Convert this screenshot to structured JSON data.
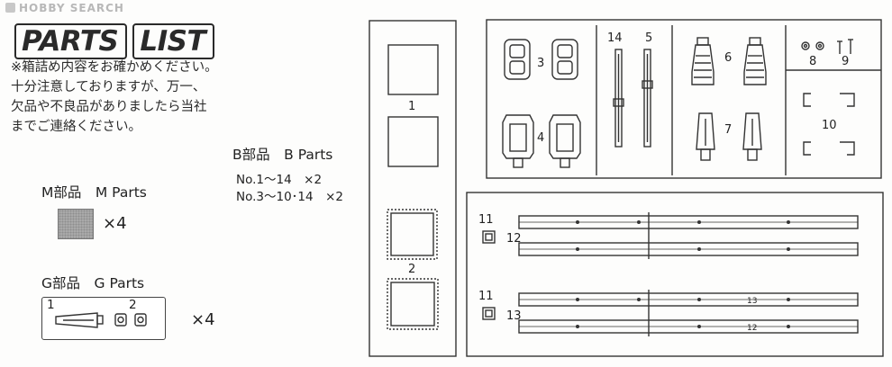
{
  "watermark": "HOBBY SEARCH",
  "title": {
    "word1": "PARTS",
    "word2": "LIST"
  },
  "notice": [
    "※箱詰め内容をお確かめください。",
    "十分注意しておりますが、万一、",
    "欠品や不良品がありましたら当社",
    "までご連絡ください。"
  ],
  "b_parts": {
    "heading": "B部品　B Parts",
    "line1": "No.1〜14　×2",
    "line2": "No.3〜10･14　×2"
  },
  "m_parts": {
    "heading": "M部品　M Parts",
    "qty": "×4"
  },
  "g_parts": {
    "heading": "G部品　G Parts",
    "qty": "×4",
    "label1": "1",
    "label2": "2"
  },
  "sprue_left": {
    "label1": "1",
    "label2": "2"
  },
  "sprue_top": {
    "p3": "3",
    "p4": "4",
    "p14": "14",
    "p5": "5",
    "p6": "6",
    "p7": "7",
    "p8": "8",
    "p9": "9",
    "p10": "10"
  },
  "sprue_bottom": {
    "p11a": "11",
    "p12": "12",
    "p11b": "11",
    "p13": "13",
    "p13_small": "13",
    "p12_small": "12"
  }
}
